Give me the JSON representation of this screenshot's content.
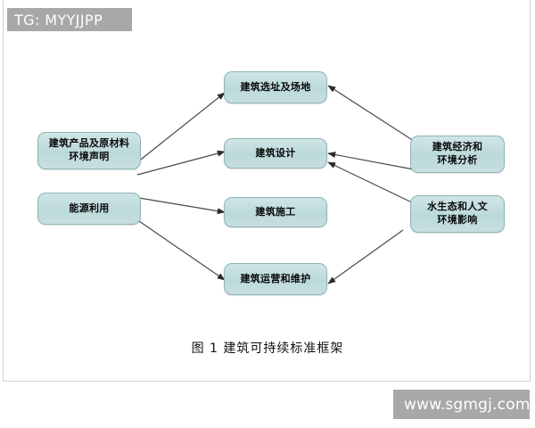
{
  "document": {
    "caption": "图 1 建筑可持续标准框架"
  },
  "watermarks": {
    "top_left": "TG: MYYJJPP",
    "bottom_right": "www.sgmgj.com"
  },
  "diagram": {
    "box_fill_color": "#c3dcdd",
    "box_border_color": "#8fb4b6",
    "arrow_color": "#3c3c3c",
    "nodes": [
      {
        "id": "site-selection",
        "label": "建筑选址及场地",
        "lines": [
          "建筑选址及场地"
        ],
        "column": "center"
      },
      {
        "id": "product-declaration",
        "label": "建筑产品及原材料环境声明",
        "lines": [
          "建筑产品及原材料",
          "环境声明"
        ],
        "column": "left"
      },
      {
        "id": "architectural-design",
        "label": "建筑设计",
        "lines": [
          "建筑设计"
        ],
        "column": "center"
      },
      {
        "id": "economy-environment-analysis",
        "label": "建筑经济和环境分析",
        "lines": [
          "建筑经济和",
          "环境分析"
        ],
        "column": "right"
      },
      {
        "id": "energy-use",
        "label": "能源利用",
        "lines": [
          "能源利用"
        ],
        "column": "left"
      },
      {
        "id": "construction",
        "label": "建筑施工",
        "lines": [
          "建筑施工"
        ],
        "column": "center"
      },
      {
        "id": "water-ecology-impact",
        "label": "水生态和人文环境影响",
        "lines": [
          "水生态和人文",
          "环境影响"
        ],
        "column": "right"
      },
      {
        "id": "operation-maintenance",
        "label": "建筑运营和维护",
        "lines": [
          "建筑运营和维护"
        ],
        "column": "center"
      }
    ],
    "edges": [
      {
        "from": "product-declaration",
        "to": "site-selection"
      },
      {
        "from": "product-declaration",
        "to": "architectural-design"
      },
      {
        "from": "energy-use",
        "to": "construction"
      },
      {
        "from": "energy-use",
        "to": "operation-maintenance"
      },
      {
        "from": "economy-environment-analysis",
        "to": "site-selection"
      },
      {
        "from": "economy-environment-analysis",
        "to": "architectural-design"
      },
      {
        "from": "water-ecology-impact",
        "to": "architectural-design"
      },
      {
        "from": "water-ecology-impact",
        "to": "operation-maintenance"
      }
    ]
  }
}
